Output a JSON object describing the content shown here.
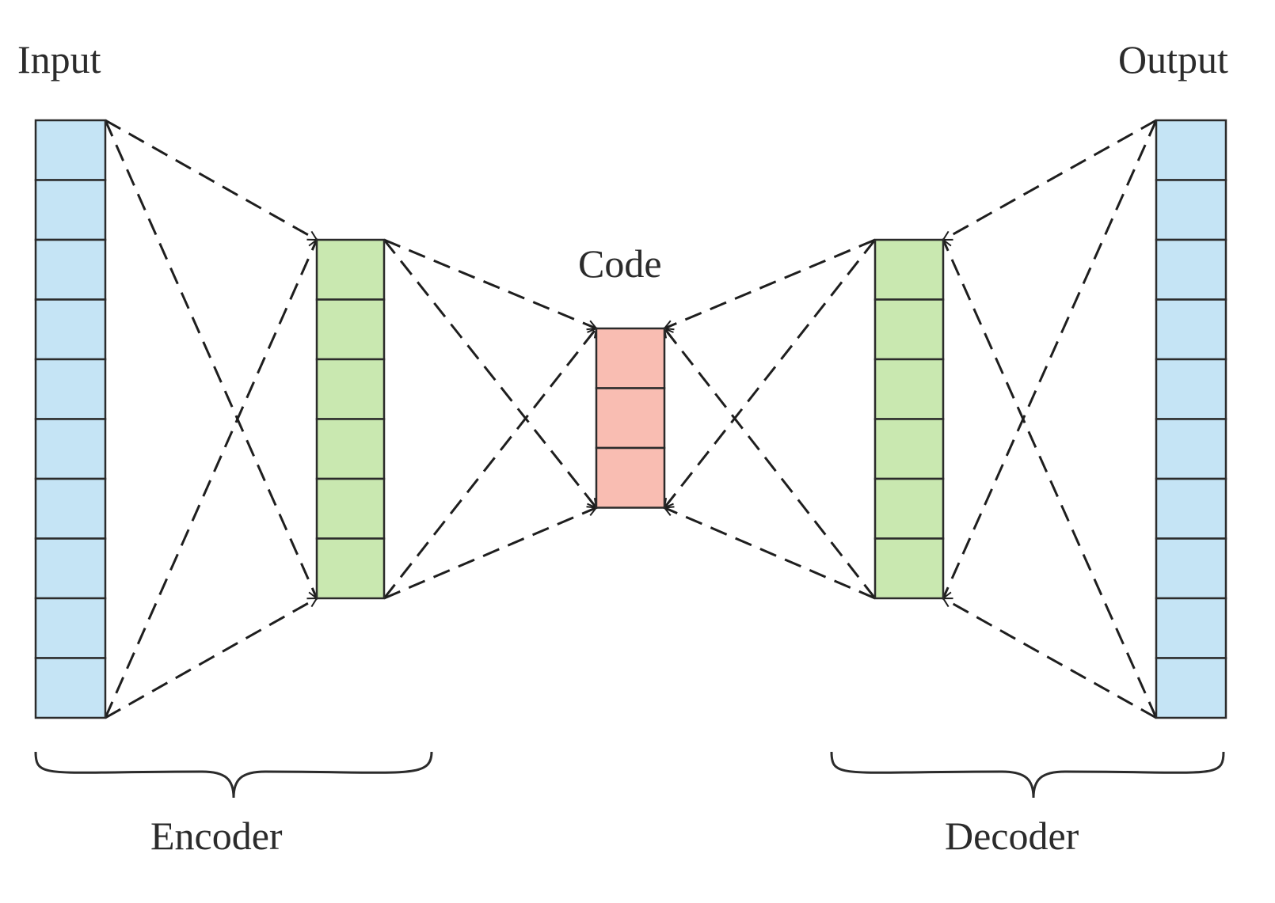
{
  "labels": {
    "input": "Input",
    "output": "Output",
    "code": "Code",
    "encoder": "Encoder",
    "decoder": "Decoder"
  },
  "layers": [
    {
      "name": "input",
      "units": 10,
      "color": "#c5e4f5"
    },
    {
      "name": "encoder-hidden",
      "units": 6,
      "color": "#c9e8b0"
    },
    {
      "name": "code",
      "units": 3,
      "color": "#f9bdb2"
    },
    {
      "name": "decoder-hidden",
      "units": 6,
      "color": "#c9e8b0"
    },
    {
      "name": "output",
      "units": 10,
      "color": "#c5e4f5"
    }
  ]
}
